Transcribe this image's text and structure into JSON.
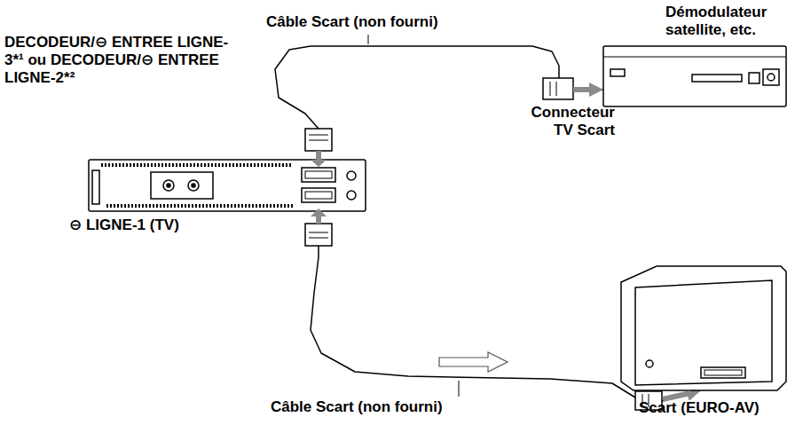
{
  "diagram": {
    "nodes": [
      {
        "text": [
          "DECODEUR/⊖ ENTREE LIGNE-3*¹ ou DECODEUR/⊖ ENTREE LIGNE-2*²",
          "⊖ LIGNE-1 (TV)"
        ]
      },
      {
        "text": [
          "Démodulateur satellite, etc."
        ]
      },
      {
        "text": [
          "Scart (EURO-AV)"
        ]
      }
    ],
    "edges": [
      {
        "from": 0,
        "to": 1,
        "arrow": "to",
        "label": "Câble Scart (non fourni)"
      },
      {
        "from": 0,
        "to": 2,
        "arrow": "to",
        "label": "Câble Scart (non fourni)"
      }
    ],
    "labels": [
      "Connecteur TV Scart"
    ]
  }
}
